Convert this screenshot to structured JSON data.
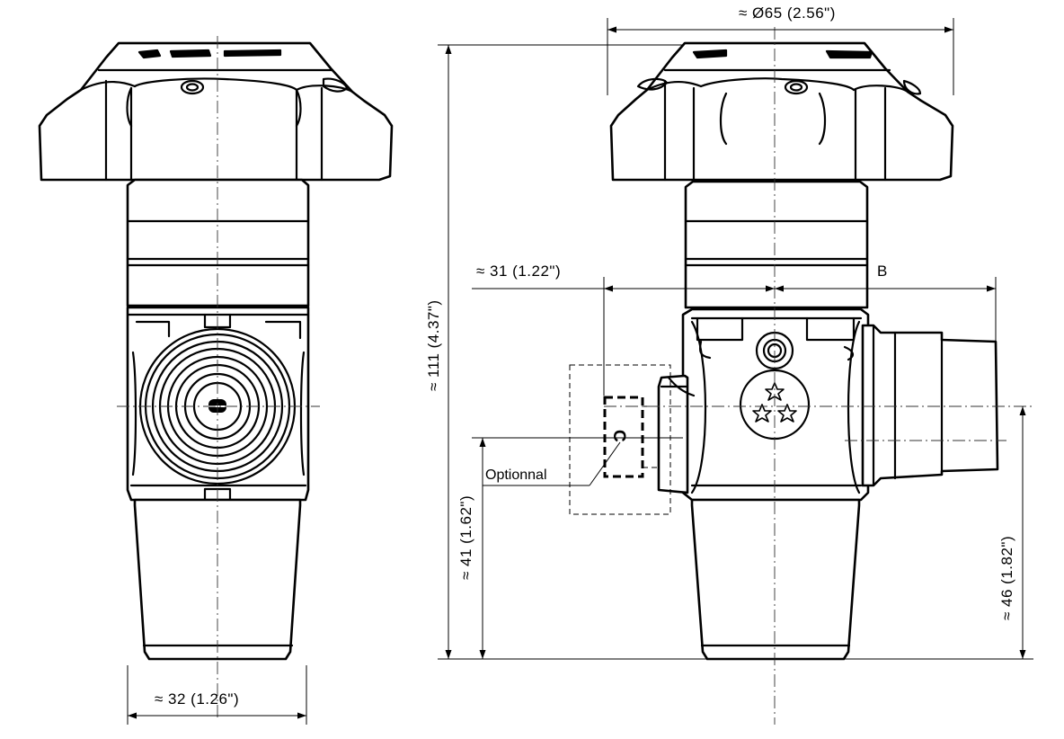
{
  "dimensions": {
    "diameter": "≈ Ø65   (2.56\")",
    "width_a": "≈ 31   (1.22\")",
    "b_label": "B",
    "height_total": "≈ 111  (4.37\")",
    "height_41": "≈ 41  (1.62\")",
    "height_46": "≈ 46  (1.82\")",
    "width_32": "≈ 32   (1.26\")"
  },
  "labels": {
    "optional": "Optionnal",
    "c_label": "C"
  }
}
